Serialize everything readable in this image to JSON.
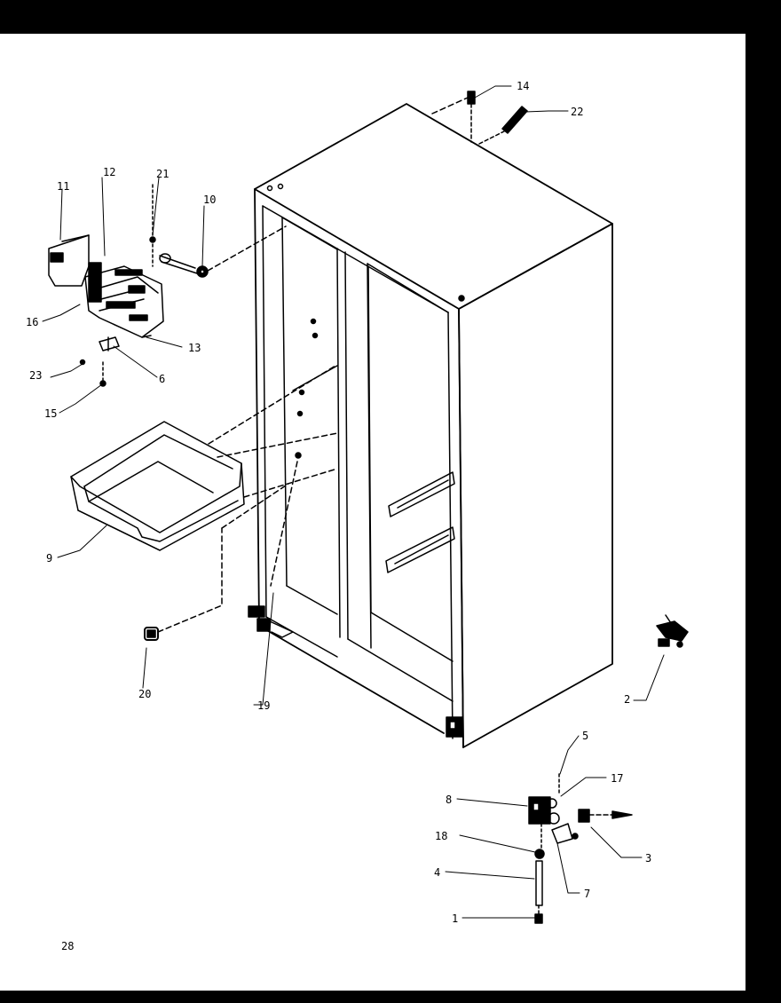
{
  "page_number": "28",
  "callouts": [
    {
      "id": "c1",
      "label": "1",
      "part": "water-line-fitting"
    },
    {
      "id": "c2",
      "label": "2",
      "part": "door-hinge"
    },
    {
      "id": "c3",
      "label": "3",
      "part": "valve-inlet-fitting"
    },
    {
      "id": "c4",
      "label": "4",
      "part": "water-tube"
    },
    {
      "id": "c5",
      "label": "5",
      "part": "valve-screw"
    },
    {
      "id": "c6",
      "label": "6",
      "part": "ice-maker-bracket"
    },
    {
      "id": "c7",
      "label": "7",
      "part": "valve-bracket"
    },
    {
      "id": "c8",
      "label": "8",
      "part": "water-valve"
    },
    {
      "id": "c9",
      "label": "9",
      "part": "ice-bin"
    },
    {
      "id": "c10",
      "label": "10",
      "part": "fill-tube"
    },
    {
      "id": "c11",
      "label": "11",
      "part": "ice-maker-cover"
    },
    {
      "id": "c12",
      "label": "12",
      "part": "ice-maker-mount"
    },
    {
      "id": "c13",
      "label": "13",
      "part": "ice-maker"
    },
    {
      "id": "c14",
      "label": "14",
      "part": "cabinet-clip"
    },
    {
      "id": "c15",
      "label": "15",
      "part": "mounting-screw"
    },
    {
      "id": "c16",
      "label": "16",
      "part": "screw"
    },
    {
      "id": "c17",
      "label": "17",
      "part": "valve-screw-2"
    },
    {
      "id": "c18",
      "label": "18",
      "part": "valve-grommet"
    },
    {
      "id": "c19",
      "label": "19",
      "part": "cabinet-plug"
    },
    {
      "id": "c20",
      "label": "20",
      "part": "ice-bin-stop"
    },
    {
      "id": "c21",
      "label": "21",
      "part": "screw-21"
    },
    {
      "id": "c22",
      "label": "22",
      "part": "top-fitting"
    },
    {
      "id": "c23",
      "label": "23",
      "part": "screw-23"
    }
  ],
  "colors": {
    "ink": "#000000",
    "paper": "#ffffff",
    "border": "#000000"
  }
}
